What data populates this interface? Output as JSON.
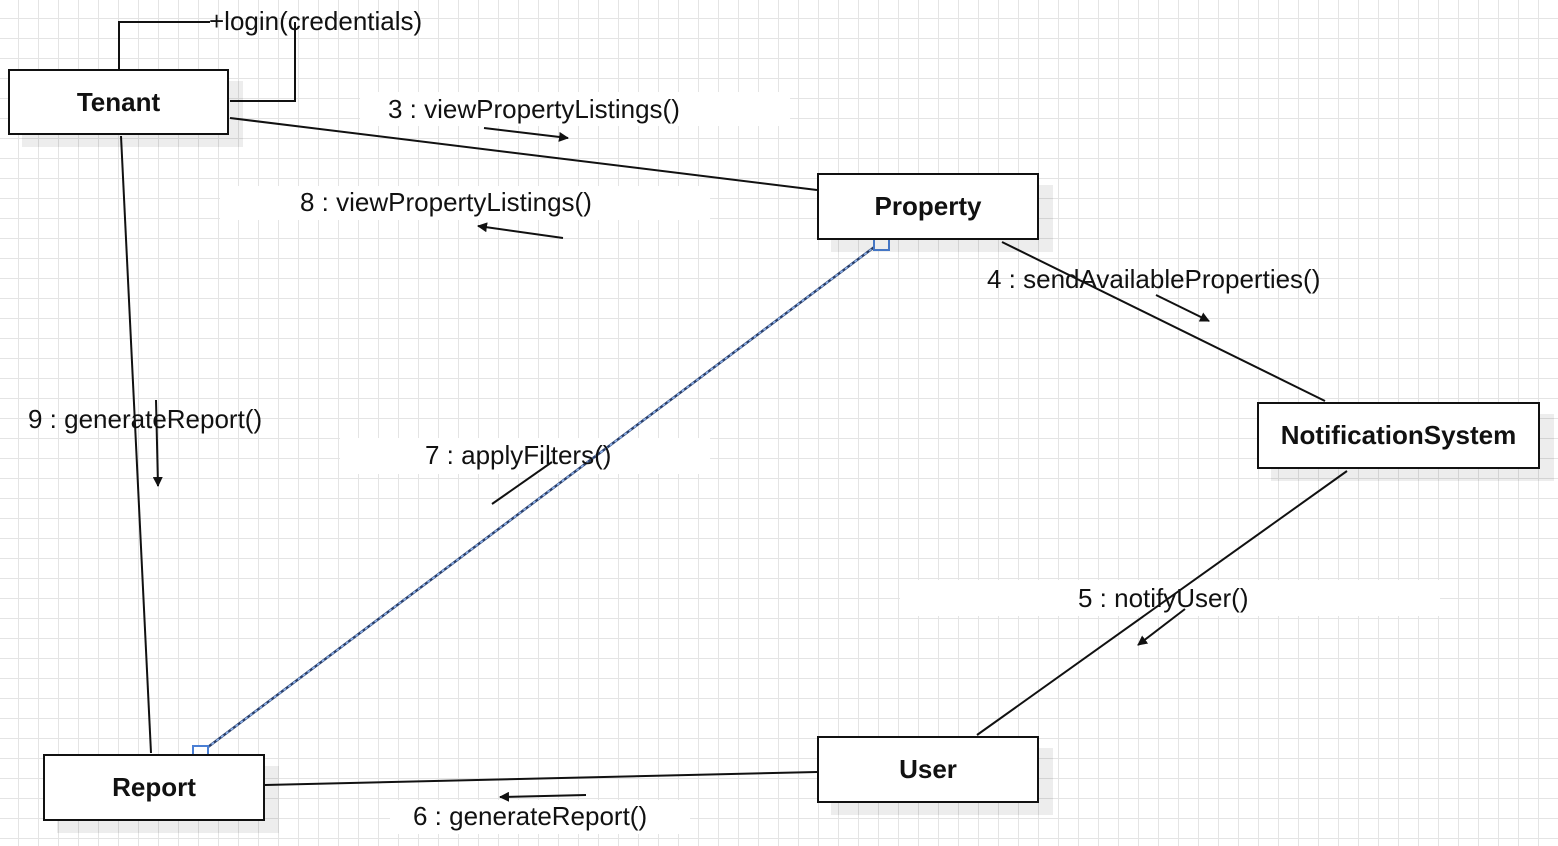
{
  "diagram": {
    "objects": {
      "tenant": "Tenant",
      "property": "Property",
      "notification_system": "NotificationSystem",
      "user": "User",
      "report": "Report"
    },
    "messages": {
      "self_login": "+login(credentials)",
      "m3": "3 : viewPropertyListings()",
      "m8": "8 : viewPropertyListings()",
      "m4": "4 : sendAvailableProperties()",
      "m9": "9 : generateReport()",
      "m7": "7 : applyFilters()",
      "m5": "5 : notifyUser()",
      "m6": "6 : generateReport()"
    },
    "colors": {
      "line": "#111111",
      "selected_link": "#4a7fd4",
      "grid": "#e4e4e4"
    }
  }
}
